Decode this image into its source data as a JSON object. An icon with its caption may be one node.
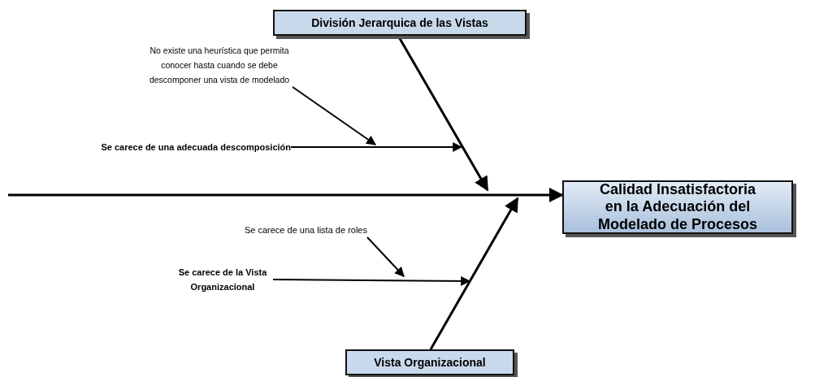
{
  "diagram": {
    "nodes": [
      {
        "text": [
          "División Jerarquica de las Vistas"
        ]
      },
      {
        "text": [
          "No existe una heurística que permita conocer hasta cuando se debe descomponer una vista de modelado"
        ]
      },
      {
        "text": [
          "Se carece de una adecuada descomposición"
        ]
      },
      {
        "text": [
          "Calidad Insatisfactoria en la Adecuación del Modelado de Procesos"
        ]
      },
      {
        "text": [
          "Se carece de una lista de roles"
        ]
      },
      {
        "text": [
          "Se carece de la Vista Organizacional"
        ]
      },
      {
        "text": [
          "Vista Organizacional"
        ]
      }
    ],
    "edges": [
      {
        "from": null,
        "to": 3,
        "arrow": "to"
      },
      {
        "from": 0,
        "to": null,
        "arrow": "to"
      },
      {
        "from": 1,
        "to": null,
        "arrow": "to"
      },
      {
        "from": 2,
        "to": null,
        "arrow": "to"
      },
      {
        "from": 6,
        "to": null,
        "arrow": "to"
      },
      {
        "from": 4,
        "to": null,
        "arrow": "to"
      },
      {
        "from": 5,
        "to": null,
        "arrow": "to"
      }
    ]
  }
}
